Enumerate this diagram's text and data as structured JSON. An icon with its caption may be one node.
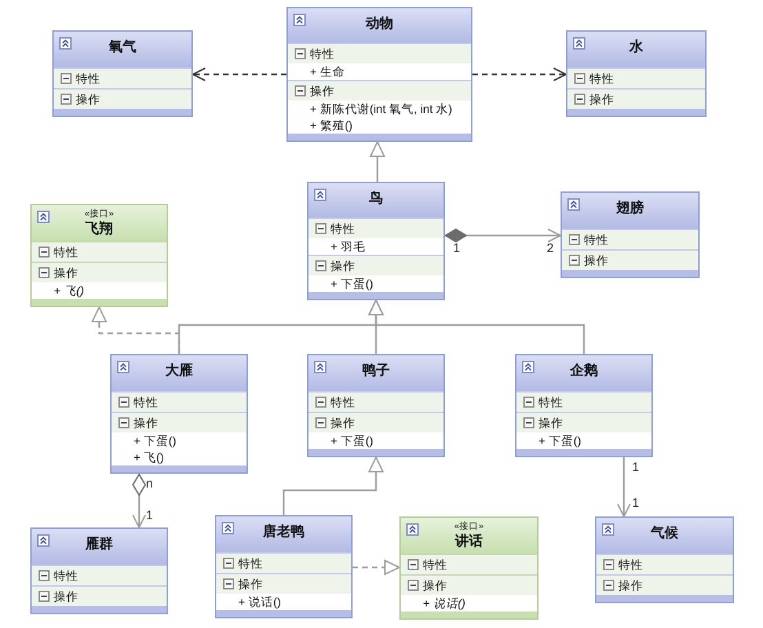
{
  "diagram": {
    "nodes": [
      {
        "text": [
          "氧气"
        ]
      },
      {
        "text": [
          "特性"
        ],
        "in": 0
      },
      {
        "text": [
          "操作"
        ],
        "in": 0
      },
      {
        "text": [
          "动物"
        ]
      },
      {
        "text": [
          "特性",
          "+ 生命"
        ],
        "in": 3
      },
      {
        "text": [
          "操作",
          "+ 新陈代谢(int 氧气, int 水)",
          "+ 繁殖()"
        ],
        "in": 3
      },
      {
        "text": [
          "水"
        ]
      },
      {
        "text": [
          "特性"
        ],
        "in": 6
      },
      {
        "text": [
          "操作"
        ],
        "in": 6
      },
      {
        "text": [
          "«接口»",
          "飞翔"
        ]
      },
      {
        "text": [
          "特性"
        ],
        "in": 9
      },
      {
        "text": [
          "操作",
          "+ 飞()"
        ],
        "in": 9
      },
      {
        "text": [
          "鸟"
        ]
      },
      {
        "text": [
          "特性",
          "+ 羽毛"
        ],
        "in": 12
      },
      {
        "text": [
          "操作",
          "+ 下蛋()"
        ],
        "in": 12
      },
      {
        "text": [
          "翅膀"
        ]
      },
      {
        "text": [
          "特性"
        ],
        "in": 15
      },
      {
        "text": [
          "操作"
        ],
        "in": 15
      },
      {
        "text": [
          "大雁"
        ]
      },
      {
        "text": [
          "特性"
        ],
        "in": 18
      },
      {
        "text": [
          "操作",
          "+ 下蛋()",
          "+ 飞()"
        ],
        "in": 18
      },
      {
        "text": [
          "鸭子"
        ]
      },
      {
        "text": [
          "特性"
        ],
        "in": 21
      },
      {
        "text": [
          "操作",
          "+ 下蛋()"
        ],
        "in": 21
      },
      {
        "text": [
          "企鹅"
        ]
      },
      {
        "text": [
          "特性"
        ],
        "in": 24
      },
      {
        "text": [
          "操作",
          "+ 下蛋()"
        ],
        "in": 24
      },
      {
        "text": [
          "雁群"
        ]
      },
      {
        "text": [
          "特性"
        ],
        "in": 27
      },
      {
        "text": [
          "操作"
        ],
        "in": 27
      },
      {
        "text": [
          "唐老鸭"
        ]
      },
      {
        "text": [
          "特性"
        ],
        "in": 30
      },
      {
        "text": [
          "操作",
          "+ 说话()"
        ],
        "in": 30
      },
      {
        "text": [
          "«接口»",
          "讲话"
        ]
      },
      {
        "text": [
          "特性"
        ],
        "in": 33
      },
      {
        "text": [
          "操作",
          "+ 说话()"
        ],
        "in": 33
      },
      {
        "text": [
          "气候"
        ]
      },
      {
        "text": [
          "特性"
        ],
        "in": 36
      },
      {
        "text": [
          "操作"
        ],
        "in": 36
      }
    ],
    "edges": [
      {
        "from": 3,
        "to": 0,
        "arrow": "to",
        "style": "dashed",
        "color": "#333333"
      },
      {
        "from": 3,
        "to": 6,
        "arrow": "to",
        "style": "dashed",
        "color": "#333333"
      },
      {
        "from": 12,
        "to": 3,
        "arrow": "to"
      },
      {
        "from": 12,
        "to": 15,
        "arrow": "to"
      },
      {
        "from": 18,
        "to": 12,
        "arrow": "to"
      },
      {
        "from": 21,
        "to": 12,
        "arrow": "to"
      },
      {
        "from": 24,
        "to": 12,
        "arrow": "to"
      },
      {
        "from": 18,
        "to": 9,
        "arrow": "to",
        "style": "dashed"
      },
      {
        "from": 18,
        "to": 27,
        "arrow": "to"
      },
      {
        "from": 30,
        "to": 21,
        "arrow": "to"
      },
      {
        "from": 30,
        "to": 33,
        "arrow": "to",
        "style": "dashed"
      },
      {
        "from": 24,
        "to": 36,
        "arrow": "to"
      }
    ],
    "labels": [
      "1",
      "2",
      "1",
      "n",
      "1",
      "1"
    ]
  }
}
